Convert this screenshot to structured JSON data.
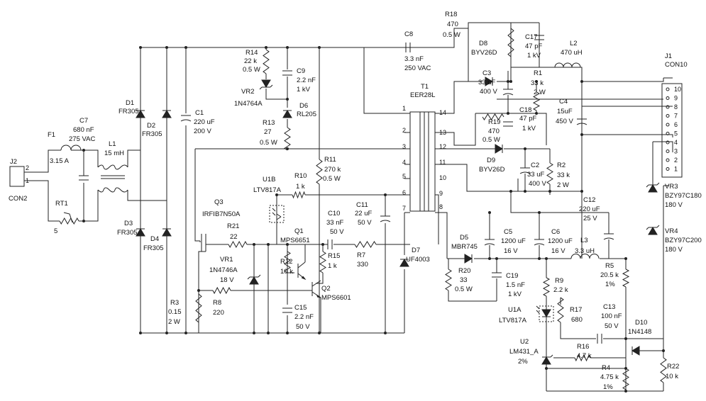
{
  "components": {
    "J2": {
      "ref": "J2",
      "pins": [
        "2",
        "1"
      ],
      "name": "CON2"
    },
    "F1": {
      "ref": "F1",
      "value": "3.15 A"
    },
    "RT1": {
      "ref": "RT1",
      "value": "5"
    },
    "C7": {
      "ref": "C7",
      "value": "680 nF",
      "rating": "275 VAC"
    },
    "L1": {
      "ref": "L1",
      "value": "15 mH"
    },
    "D1": {
      "ref": "D1",
      "value": "FR305"
    },
    "D2": {
      "ref": "D2",
      "value": "FR305"
    },
    "D3": {
      "ref": "D3",
      "value": "FR305"
    },
    "D4": {
      "ref": "D4",
      "value": "FR305"
    },
    "C1": {
      "ref": "C1",
      "value": "220 uF",
      "rating": "200 V"
    },
    "R14": {
      "ref": "R14",
      "value": "22 k",
      "rating": "0.5 W"
    },
    "VR2": {
      "ref": "VR2",
      "value": "1N4764A"
    },
    "C9": {
      "ref": "C9",
      "value": "2.2 nF",
      "rating": "1 kV"
    },
    "D6": {
      "ref": "D6",
      "value": "RL205"
    },
    "R13": {
      "ref": "R13",
      "value": "27",
      "rating": "0.5 W"
    },
    "R11": {
      "ref": "R11",
      "value": "270 k",
      "rating": "0.5 W"
    },
    "U1B": {
      "ref": "U1B",
      "value": "LTV817A"
    },
    "R10": {
      "ref": "R10",
      "value": "1 k"
    },
    "Q3": {
      "ref": "Q3",
      "value": "IRFIB7N50A"
    },
    "R21": {
      "ref": "R21",
      "value": "22"
    },
    "Q1": {
      "ref": "Q1",
      "value": "MPS6651"
    },
    "C10": {
      "ref": "C10",
      "value": "33 nF",
      "rating": "50 V"
    },
    "C11": {
      "ref": "C11",
      "value": "22 uF",
      "rating": "50 V"
    },
    "VR1": {
      "ref": "VR1",
      "value": "1N4746A",
      "rating": "18 V"
    },
    "R12": {
      "ref": "R12",
      "value": "10 k"
    },
    "R15": {
      "ref": "R15",
      "value": "1 k"
    },
    "R7": {
      "ref": "R7",
      "value": "330"
    },
    "D7": {
      "ref": "D7",
      "value": "UF4003"
    },
    "Q2": {
      "ref": "Q2",
      "value": "MPS6601"
    },
    "R8": {
      "ref": "R8",
      "value": "220"
    },
    "R3": {
      "ref": "R3",
      "value": "0.15",
      "rating": "2 W"
    },
    "C15": {
      "ref": "C15",
      "value": "2.2 nF",
      "rating": "50 V"
    },
    "C8": {
      "ref": "C8",
      "value": "3.3 nF",
      "rating": "250 VAC"
    },
    "T1": {
      "ref": "T1",
      "value": "EER28L"
    },
    "R18": {
      "ref": "R18",
      "value": "470",
      "rating": "0.5 W"
    },
    "D8": {
      "ref": "D8",
      "value": "BYV26D"
    },
    "C17": {
      "ref": "C17",
      "value": "47 pF",
      "rating": "1 kV"
    },
    "L2": {
      "ref": "L2",
      "value": "470 uH"
    },
    "C3": {
      "ref": "C3",
      "value": "33 uF",
      "rating": "400 V"
    },
    "R1": {
      "ref": "R1",
      "value": "33 k",
      "rating": "2 W"
    },
    "C4": {
      "ref": "C4",
      "value": "15uF",
      "rating": "450 V"
    },
    "C18": {
      "ref": "C18",
      "value": "47 pF",
      "rating": "1 kV"
    },
    "R19": {
      "ref": "R19",
      "value": "470",
      "rating": "0.5 W"
    },
    "D9": {
      "ref": "D9",
      "value": "BYV26D"
    },
    "C2": {
      "ref": "C2",
      "value": "33 uF",
      "rating": "400 V"
    },
    "R2": {
      "ref": "R2",
      "value": "33 k",
      "rating": "2 W"
    },
    "C12": {
      "ref": "C12",
      "value": "220 uF",
      "rating": "25 V"
    },
    "J1": {
      "ref": "J1",
      "value": "CON10",
      "pins": [
        "10",
        "9",
        "8",
        "7",
        "6",
        "5",
        "4",
        "3",
        "2",
        "1"
      ]
    },
    "VR3": {
      "ref": "VR3",
      "value": "BZY97C180",
      "rating": "180 V"
    },
    "VR4": {
      "ref": "VR4",
      "value": "BZY97C200",
      "rating": "180 V"
    },
    "D5": {
      "ref": "D5",
      "value": "MBR745"
    },
    "C5": {
      "ref": "C5",
      "value": "1200 uF",
      "rating": "16 V"
    },
    "C6": {
      "ref": "C6",
      "value": "1200 uF",
      "rating": "16 V"
    },
    "L3": {
      "ref": "L3",
      "value": "3.3 uH"
    },
    "R5": {
      "ref": "R5",
      "value": "20.5 k",
      "rating": "1%"
    },
    "R20": {
      "ref": "R20",
      "value": "33",
      "rating": "0.5 W"
    },
    "C19": {
      "ref": "C19",
      "value": "1.5 nF",
      "rating": "1 kV"
    },
    "R9": {
      "ref": "R9",
      "value": "2.2 k"
    },
    "U1A": {
      "ref": "U1A",
      "value": "LTV817A"
    },
    "R17": {
      "ref": "R17",
      "value": "680"
    },
    "C13": {
      "ref": "C13",
      "value": "100 nF",
      "rating": "50 V"
    },
    "R16": {
      "ref": "R16",
      "value": "4.7 k"
    },
    "D10": {
      "ref": "D10",
      "value": "1N4148"
    },
    "U2": {
      "ref": "U2",
      "value": "LM431_A",
      "rating": "2%"
    },
    "R4": {
      "ref": "R4",
      "value": "4.75 k",
      "rating": "1%"
    },
    "R22": {
      "ref": "R22",
      "value": "10 k"
    }
  },
  "transformer_pins": [
    "1",
    "2",
    "3",
    "4",
    "5",
    "6",
    "7",
    "14",
    "13",
    "12",
    "11",
    "10",
    "9",
    "8"
  ]
}
